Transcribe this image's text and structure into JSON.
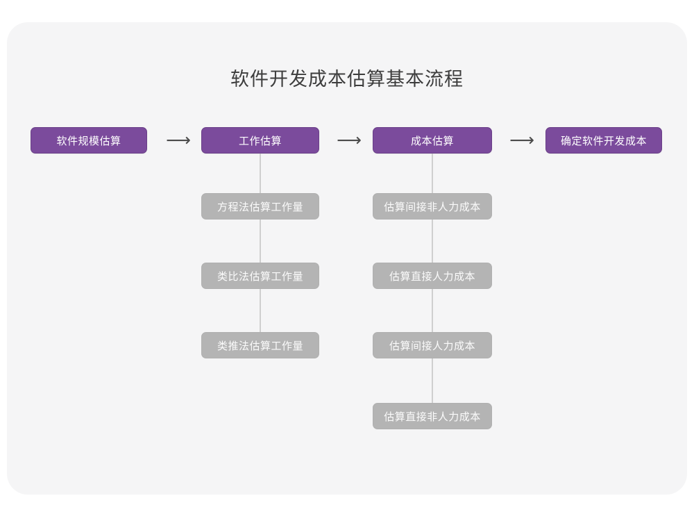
{
  "diagram": {
    "title": "软件开发成本估算基本流程",
    "arrow_glyph": "⟶",
    "colors": {
      "canvas_background": "#ffffff",
      "card_background": "#f5f5f6",
      "stage_fill": "#7b4b9c",
      "stage_border": "#6a3f88",
      "substep_fill": "#b4b4b4",
      "connector": "#cfcfcf",
      "title_text": "#3d3d3d",
      "arrow": "#4a4a4a",
      "node_text": "#ffffff"
    },
    "stages": [
      {
        "id": "stage-1",
        "label": "软件规模估算",
        "substeps": []
      },
      {
        "id": "stage-2",
        "label": "工作估算",
        "substeps": [
          "方程法估算工作量",
          "类比法估算工作量",
          "类推法估算工作量"
        ]
      },
      {
        "id": "stage-3",
        "label": "成本估算",
        "substeps": [
          "估算间接非人力成本",
          "估算直接人力成本",
          "估算间接人力成本",
          "估算直接非人力成本"
        ]
      },
      {
        "id": "stage-4",
        "label": "确定软件开发成本",
        "substeps": []
      }
    ],
    "arrows": [
      {
        "from": "stage-1",
        "to": "stage-2"
      },
      {
        "from": "stage-2",
        "to": "stage-3"
      },
      {
        "from": "stage-3",
        "to": "stage-4"
      }
    ]
  }
}
